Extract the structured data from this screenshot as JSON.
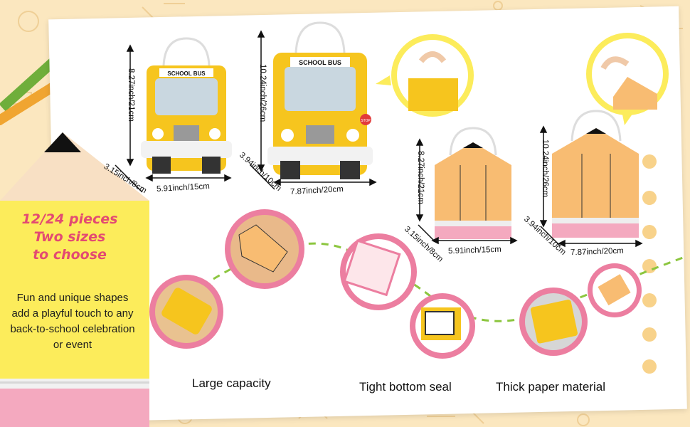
{
  "promo": {
    "title_line1": "12/24 pieces",
    "title_line2": "Two sizes",
    "title_line3": "to choose",
    "description": "Fun and unique shapes add a playful touch to any back-to-school celebration or event"
  },
  "bus_label": "SCHOOL BUS",
  "stop_label": "STOP",
  "dimensions": {
    "bus_small_height": "8.27inch/21cm",
    "bus_small_depth": "3.15inch/8cm",
    "bus_small_width": "5.91inch/15cm",
    "bus_large_height": "10.24inch/26cm",
    "bus_large_depth": "3.94inch/10cm",
    "bus_large_width": "7.87inch/20cm",
    "pencil_small_height": "8.27inch/21cm",
    "pencil_small_depth": "3.15inch/8cm",
    "pencil_small_width": "5.91inch/15cm",
    "pencil_large_height": "10.24inch/26cm",
    "pencil_large_depth": "3.94inch/10cm",
    "pencil_large_width": "7.87inch/20cm"
  },
  "features": {
    "capacity": "Large capacity",
    "seal": "Tight bottom seal",
    "material": "Thick paper material"
  },
  "colors": {
    "bus_yellow": "#f6c51e",
    "pencil_orange": "#f8bc72",
    "accent_pink": "#ec7ea0",
    "tag_yellow": "#fcec5b",
    "dashed_green": "#8cc63f"
  }
}
